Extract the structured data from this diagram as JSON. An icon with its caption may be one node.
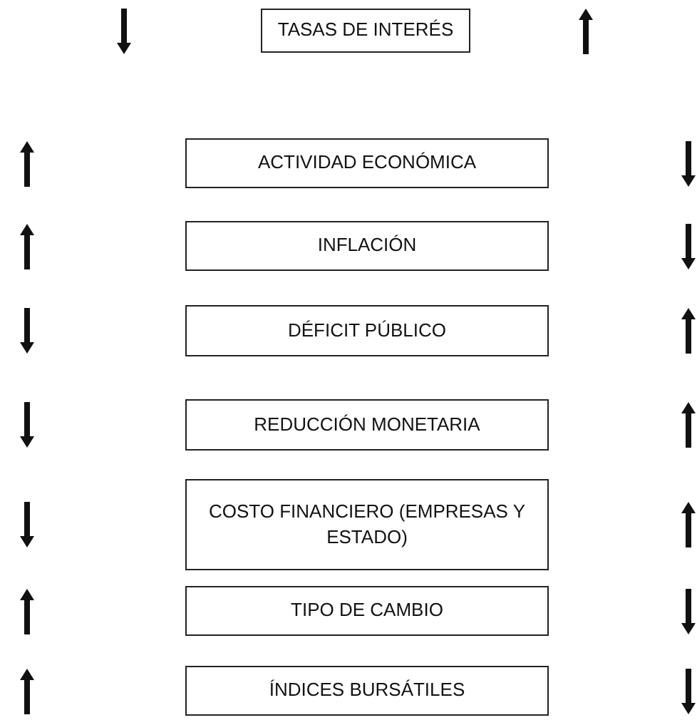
{
  "diagram": {
    "nodes": [
      {
        "text": [
          "TASAS DE INTERÉS"
        ]
      },
      {
        "text": [
          "ACTIVIDAD ECONÓMICA"
        ]
      },
      {
        "text": [
          "INFLACIÓN"
        ]
      },
      {
        "text": [
          "DÉFICIT PÚBLICO"
        ]
      },
      {
        "text": [
          "REDUCCIÓN MONETARIA"
        ]
      },
      {
        "text": [
          "COSTO FINANCIERO (EMPRESAS Y ESTADO)"
        ]
      },
      {
        "text": [
          "TIPO DE CAMBIO"
        ]
      },
      {
        "text": [
          "ÍNDICES BURSÁTILES"
        ]
      }
    ],
    "edges": []
  }
}
